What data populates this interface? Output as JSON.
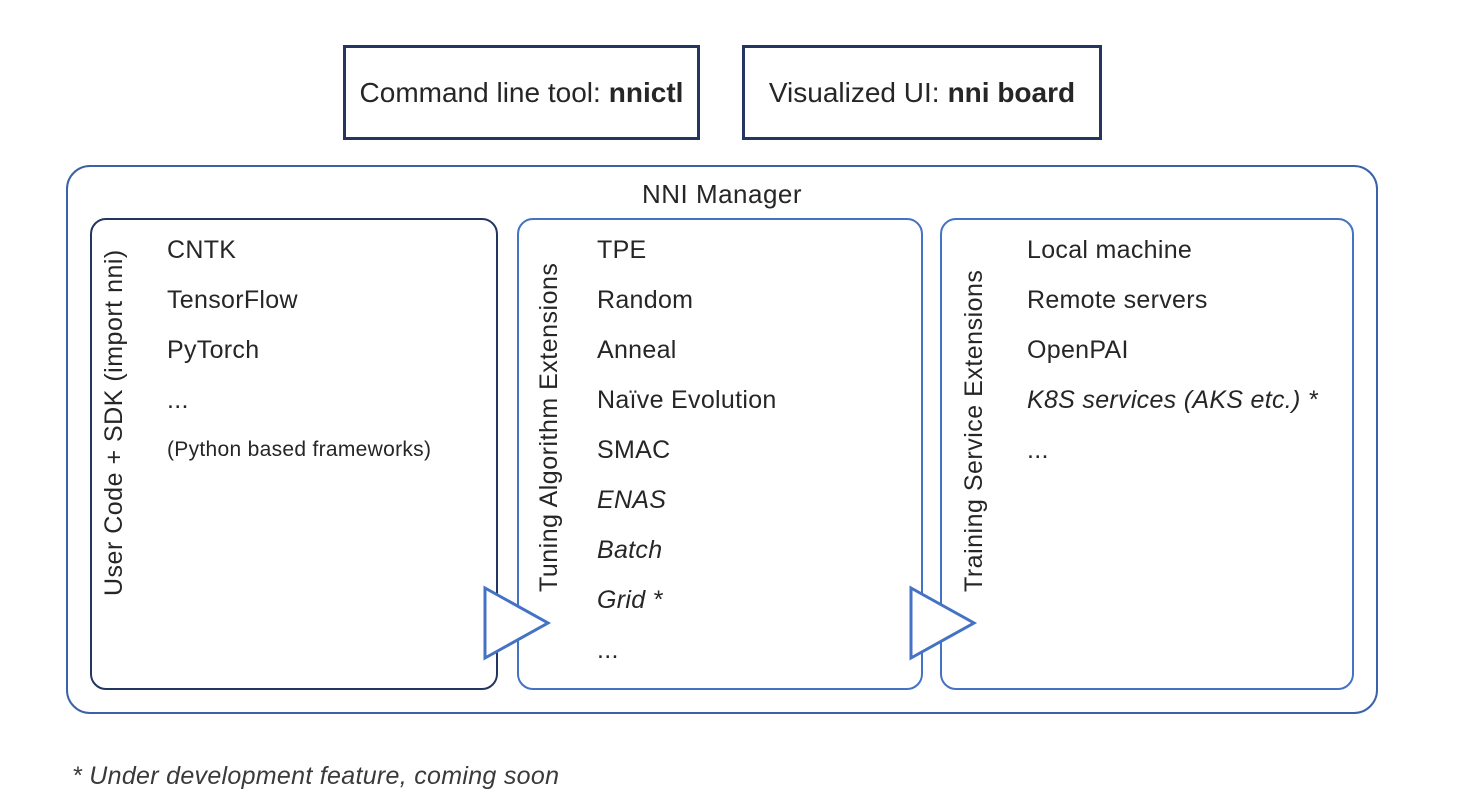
{
  "top_boxes": [
    {
      "label": "Command line tool:",
      "strong": "nnictl"
    },
    {
      "label": "Visualized UI:",
      "strong": "nni board"
    }
  ],
  "manager": {
    "title": "NNI Manager"
  },
  "panels": [
    {
      "side_label": "User Code + SDK (import nni)",
      "items": [
        "CNTK",
        "TensorFlow",
        "PyTorch",
        "...",
        "(Python based frameworks)"
      ]
    },
    {
      "side_label": "Tuning Algorithm Extensions",
      "items": [
        "TPE",
        "Random",
        "Anneal",
        "Naïve Evolution",
        "SMAC",
        "ENAS",
        "Batch",
        "Grid *",
        "..."
      ]
    },
    {
      "side_label": "Training Service Extensions",
      "items": [
        "Local machine",
        "Remote servers",
        "OpenPAI",
        "K8S services (AKS etc.) *",
        "..."
      ]
    }
  ],
  "footnote": "* Under development feature, coming soon",
  "colors": {
    "dark_navy_border": "#24365F",
    "blue_border": "#4472C4",
    "outer_border": "#3B62A9",
    "text": "#262626"
  }
}
